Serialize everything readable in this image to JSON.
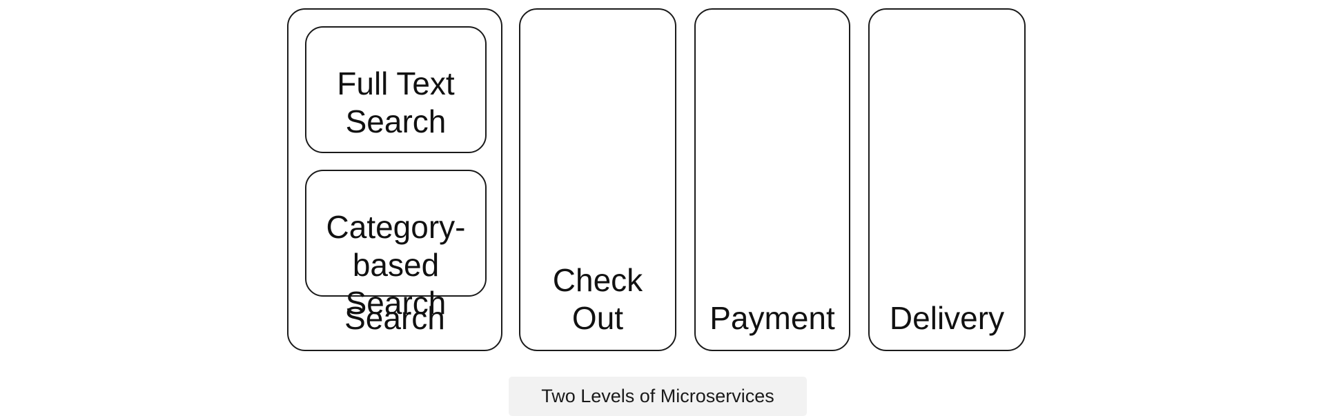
{
  "diagram": {
    "services": [
      {
        "label": "Search",
        "subservices": [
          {
            "label": "Full Text\nSearch"
          },
          {
            "label": "Category-\nbased\nSearch"
          }
        ]
      },
      {
        "label": "Check\nOut"
      },
      {
        "label": "Payment"
      },
      {
        "label": "Delivery"
      }
    ]
  },
  "caption": "Two Levels of Microservices"
}
